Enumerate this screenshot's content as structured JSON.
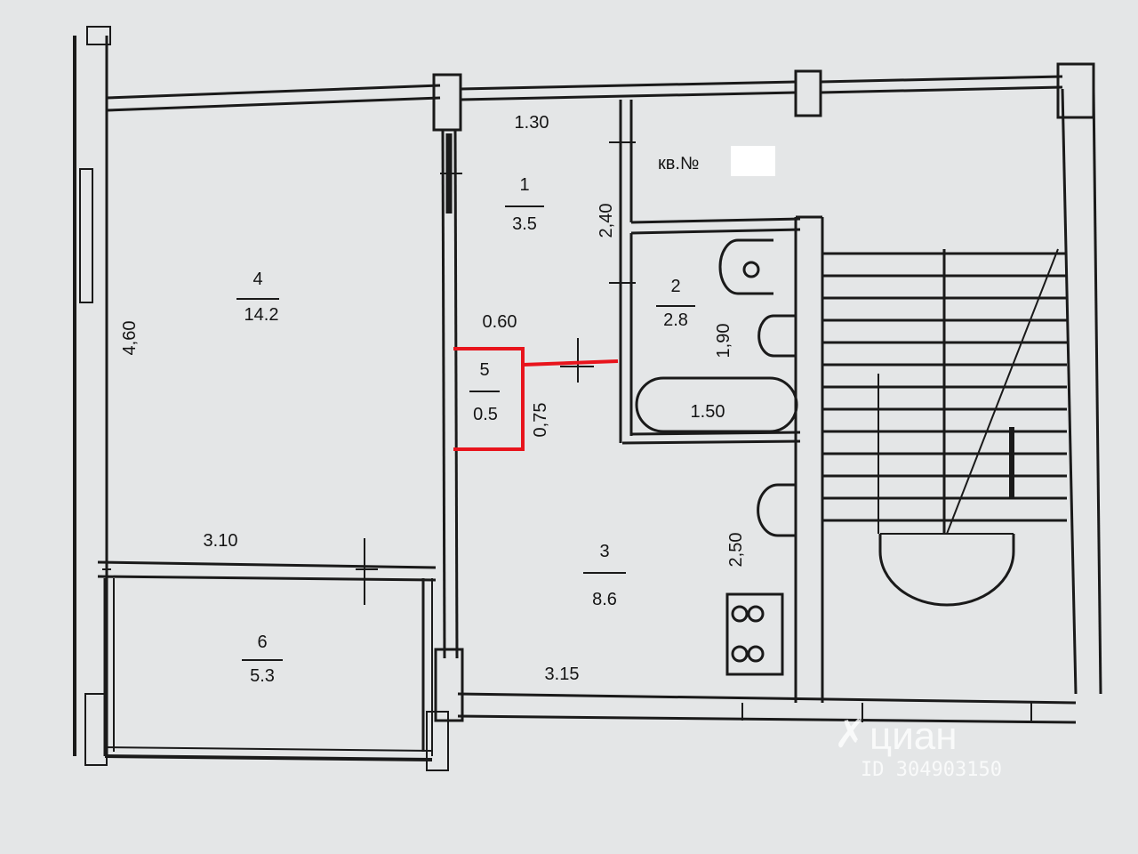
{
  "apartment_label": "кв.№",
  "rooms": [
    {
      "id": "1",
      "area": "3.5"
    },
    {
      "id": "2",
      "area": "2.8"
    },
    {
      "id": "3",
      "area": "8.6"
    },
    {
      "id": "4",
      "area": "14.2"
    },
    {
      "id": "5",
      "area": "0.5"
    },
    {
      "id": "6",
      "area": "5.3"
    }
  ],
  "dimensions": {
    "d_1_30": "1.30",
    "d_2_40": "2,40",
    "d_0_60": "0.60",
    "d_1_90": "1,90",
    "d_1_50": "1.50",
    "d_0_75": "0,75",
    "d_4_60": "4,60",
    "d_3_10": "3.10",
    "d_2_50": "2,50",
    "d_3_15": "3.15"
  },
  "watermark": {
    "brand": "циан",
    "id_text": "ID 304903150"
  },
  "colors": {
    "background": "#e4e6e7",
    "lines": "#1a1a1a",
    "highlight": "#e8141c",
    "redaction": "#ffffff"
  }
}
